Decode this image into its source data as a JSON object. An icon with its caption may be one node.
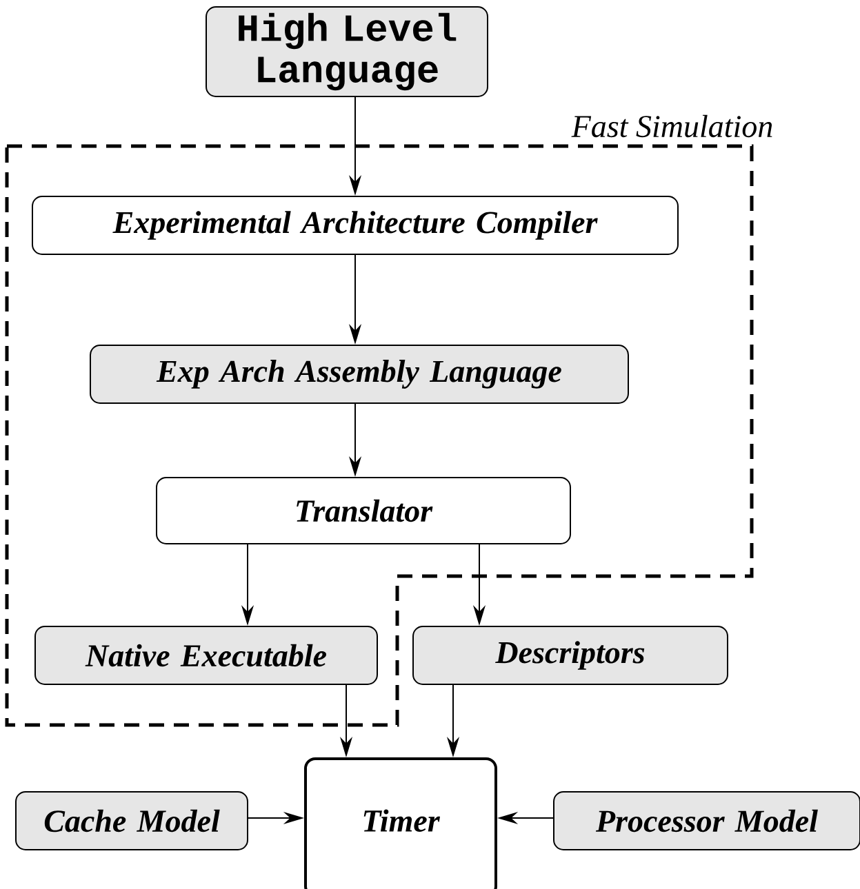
{
  "diagram": {
    "nodes": [
      {
        "text": [
          "High Level Language"
        ]
      },
      {
        "text": [
          "Fast Simulation"
        ]
      },
      {
        "text": [
          "Experimental Architecture Compiler"
        ],
        "in": 1
      },
      {
        "text": [
          "Exp Arch Assembly Language"
        ],
        "in": 1
      },
      {
        "text": [
          "Translator"
        ],
        "in": 1
      },
      {
        "text": [
          "Native Executable"
        ],
        "in": 1
      },
      {
        "text": [
          "Descriptors"
        ]
      },
      {
        "text": [
          "Cache Model"
        ]
      },
      {
        "text": [
          "Timer"
        ]
      },
      {
        "text": [
          "Processor Model"
        ]
      }
    ],
    "edges": [
      {
        "from": 0,
        "to": 2,
        "arrow": "to"
      },
      {
        "from": 2,
        "to": 3,
        "arrow": "to"
      },
      {
        "from": 3,
        "to": 4,
        "arrow": "to"
      },
      {
        "from": 4,
        "to": 5,
        "arrow": "to"
      },
      {
        "from": 4,
        "to": 6,
        "arrow": "to"
      },
      {
        "from": 5,
        "to": 8,
        "arrow": "to"
      },
      {
        "from": 6,
        "to": 8,
        "arrow": "to"
      },
      {
        "from": 7,
        "to": 8,
        "arrow": "to"
      },
      {
        "from": 9,
        "to": 8,
        "arrow": "to"
      }
    ]
  }
}
